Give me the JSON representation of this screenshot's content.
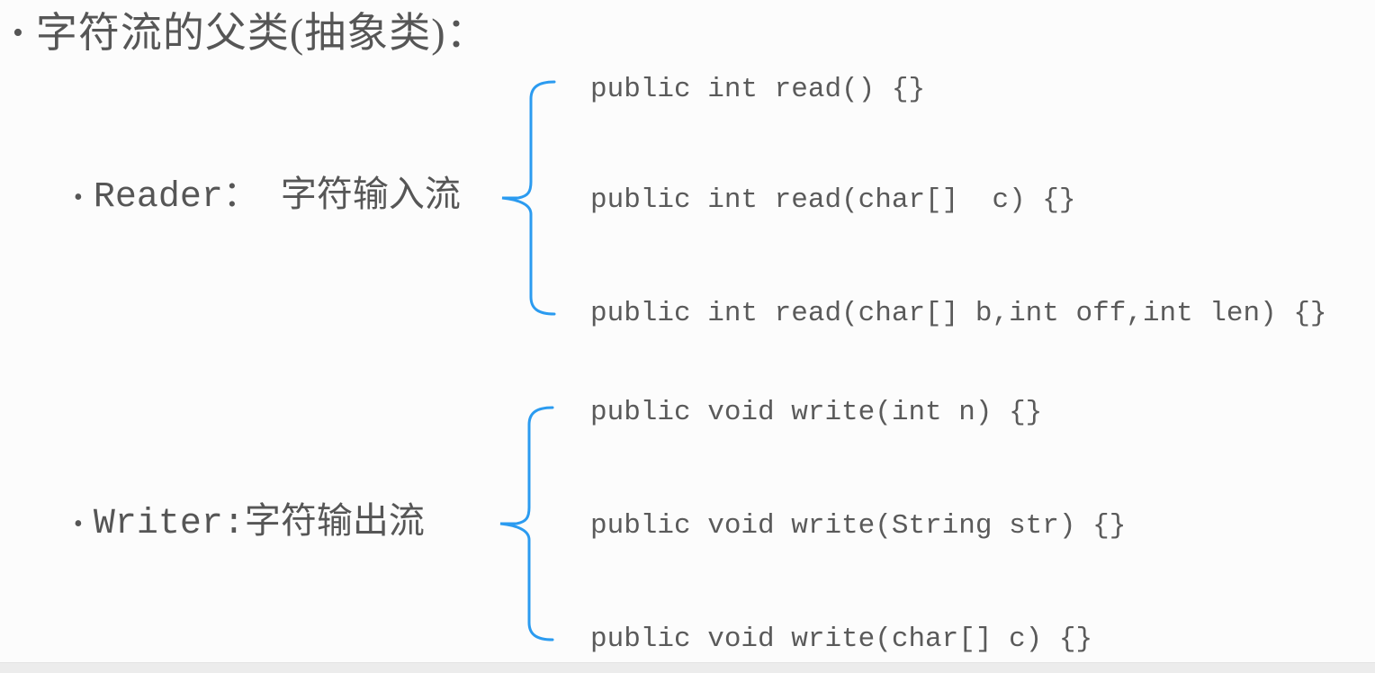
{
  "page": {
    "background": "#fcfcfc",
    "text_color": "#565656",
    "code_text_color": "#5a5a5a",
    "accent_blue": "#2b9bf0",
    "footer_strip_color": "#ececec"
  },
  "title": {
    "bullet": "•",
    "text": "字符流的父类(抽象类)："
  },
  "sections": [
    {
      "label": {
        "bullet": "•",
        "text": "Reader： 字符输入流"
      },
      "brace_icon": "left-curly-brace",
      "methods": [
        "public int read() {}",
        "public int read(char[]  c) {}",
        "public int read(char[] b,int off,int len) {}"
      ]
    },
    {
      "label": {
        "bullet": "•",
        "text": "Writer:字符输出流"
      },
      "brace_icon": "left-curly-brace",
      "methods": [
        "public void write(int n) {}",
        "public void write(String str) {}",
        "public void write(char[] c) {}"
      ]
    }
  ]
}
